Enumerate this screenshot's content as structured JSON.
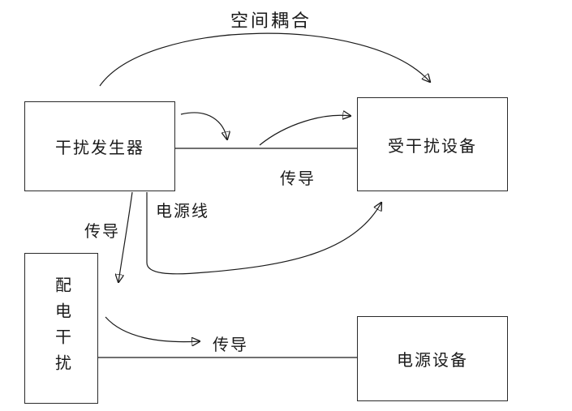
{
  "diagram": {
    "title": "空间耦合",
    "boxes": {
      "generator": {
        "label": "干扰发生器"
      },
      "victim": {
        "label": "受干扰设备"
      },
      "distribution": {
        "label": "配电干扰"
      },
      "power": {
        "label": "电源设备"
      }
    },
    "edge_labels": {
      "conduction_mid": "传导",
      "power_line": "电源线",
      "conduction_left": "传导",
      "conduction_bottom": "传导"
    },
    "colors": {
      "line": "#1a1a1a",
      "background": "#ffffff"
    }
  }
}
